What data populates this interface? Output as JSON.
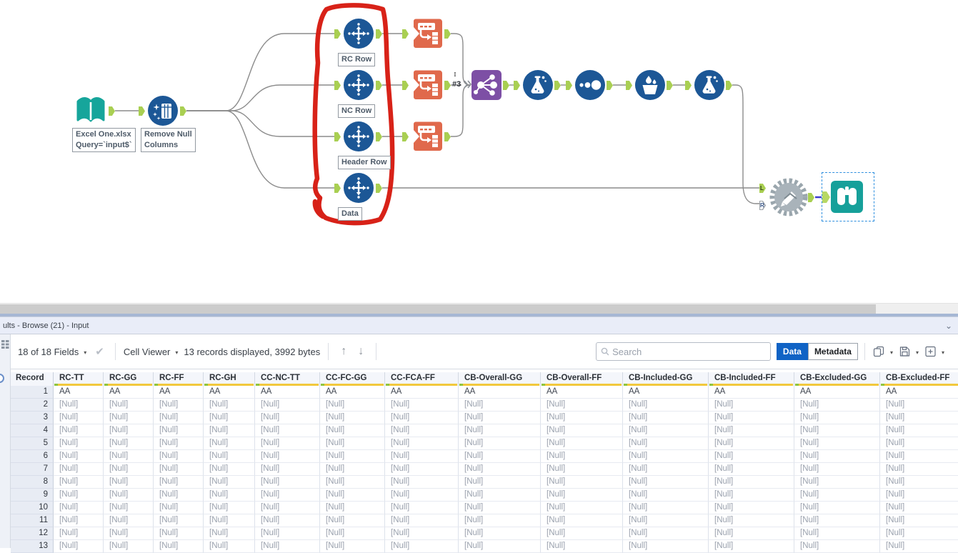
{
  "icons": {
    "dropdown_caret": "▾",
    "checkmark": "✔",
    "arrow_up": "↑",
    "arrow_down": "↓",
    "collapse_chevron": "⌄",
    "sequence_dots": "⁞⁞",
    "more_dots": "⋮"
  },
  "colors": {
    "tool_blue": "#1c5796",
    "tool_teal": "#16a59b",
    "tool_orange": "#e0694c",
    "tool_purple": "#7d4fa5",
    "anchor_green": "#a9cf52",
    "gear_gray": "#9aa6ad",
    "selected_connection_blue": "#3c3ccf",
    "selection_dashed_blue": "#2e8fdf",
    "annotation_red": "#d6190f",
    "data_button_blue": "#1063c5",
    "quality_green": "#8fc43f",
    "quality_yellow": "#f2c83d"
  },
  "workflow": {
    "tools": {
      "input": {
        "caption_line1": "Excel One.xlsx",
        "caption_line2": "Query=`input$`"
      },
      "remove_null": {
        "caption_line1": "Remove Null",
        "caption_line2": "Columns"
      },
      "select_rc": {
        "caption": "RC Row"
      },
      "select_nc": {
        "caption": "NC Row"
      },
      "select_header": {
        "caption": "Header Row"
      },
      "select_data": {
        "caption": "Data"
      }
    },
    "connection_label": "#3",
    "anchor_labels": {
      "left": "L",
      "right": "R"
    }
  },
  "results_panel": {
    "title": "ults - Browse (21) - Input",
    "toolbar": {
      "fields_summary": "18 of 18 Fields",
      "cell_viewer": "Cell Viewer",
      "records_info": "13 records displayed, 3992 bytes",
      "search_placeholder": "Search",
      "data_button": "Data",
      "metadata_button": "Metadata"
    },
    "table": {
      "columns": [
        "Record",
        "RC-TT",
        "RC-GG",
        "RC-FF",
        "RC-GH",
        "CC-NC-TT",
        "CC-FC-GG",
        "CC-FCA-FF",
        "CB-Overall-GG",
        "CB-Overall-FF",
        "CB-Included-GG",
        "CB-Included-FF",
        "CB-Excluded-GG",
        "CB-Excluded-FF"
      ],
      "rows": [
        {
          "record": "1",
          "value": "AA"
        },
        {
          "record": "2",
          "value": "[Null]"
        },
        {
          "record": "3",
          "value": "[Null]"
        },
        {
          "record": "4",
          "value": "[Null]"
        },
        {
          "record": "5",
          "value": "[Null]"
        },
        {
          "record": "6",
          "value": "[Null]"
        },
        {
          "record": "7",
          "value": "[Null]"
        },
        {
          "record": "8",
          "value": "[Null]"
        },
        {
          "record": "9",
          "value": "[Null]"
        },
        {
          "record": "10",
          "value": "[Null]"
        },
        {
          "record": "11",
          "value": "[Null]"
        },
        {
          "record": "12",
          "value": "[Null]"
        },
        {
          "record": "13",
          "value": "[Null]"
        }
      ]
    }
  }
}
